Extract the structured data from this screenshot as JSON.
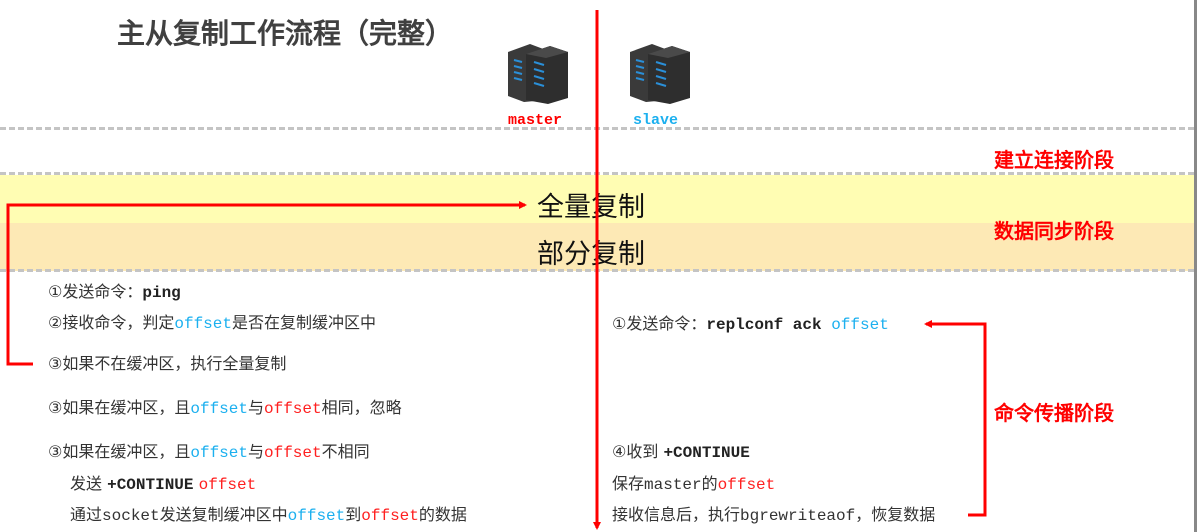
{
  "title": "主从复制工作流程（完整）",
  "servers": {
    "master": "master",
    "slave": "slave"
  },
  "colors": {
    "accent": "#ff0000",
    "blue": "#1cb0ef",
    "band_yellow": "#fffdb3",
    "band_tan": "#fde9b5"
  },
  "bands": {
    "full_copy": "全量复制",
    "partial_copy": "部分复制"
  },
  "stages": {
    "connect": "建立连接阶段",
    "sync": "数据同步阶段",
    "propagate": "命令传播阶段"
  },
  "master_lines": [
    [
      {
        "t": "①发送命令：",
        "s": "n"
      },
      {
        "t": "ping",
        "s": "bold"
      }
    ],
    [
      {
        "t": "②接收命令，判定",
        "s": "n"
      },
      {
        "t": "offset",
        "s": "blue"
      },
      {
        "t": "是否在复制缓冲区中",
        "s": "n"
      }
    ],
    [
      {
        "t": "③如果不在缓冲区，执行全量复制",
        "s": "n"
      }
    ],
    [
      {
        "t": "③如果在缓冲区，且",
        "s": "n"
      },
      {
        "t": "offset",
        "s": "blue"
      },
      {
        "t": "与",
        "s": "n"
      },
      {
        "t": "offset",
        "s": "red"
      },
      {
        "t": "相同，忽略",
        "s": "n"
      }
    ],
    [
      {
        "t": "③如果在缓冲区，且",
        "s": "n"
      },
      {
        "t": "offset",
        "s": "blue"
      },
      {
        "t": "与",
        "s": "n"
      },
      {
        "t": "offset",
        "s": "red"
      },
      {
        "t": "不相同",
        "s": "n"
      }
    ],
    [
      {
        "t": "发送 ",
        "s": "n"
      },
      {
        "t": "+CONTINUE",
        "s": "bold"
      },
      {
        "t": " ",
        "s": "n"
      },
      {
        "t": "offset",
        "s": "red"
      }
    ],
    [
      {
        "t": "通过",
        "s": "n"
      },
      {
        "t": "socket",
        "s": "mono"
      },
      {
        "t": "发送复制缓冲区中",
        "s": "n"
      },
      {
        "t": "offset",
        "s": "blue"
      },
      {
        "t": "到",
        "s": "n"
      },
      {
        "t": "offset",
        "s": "red"
      },
      {
        "t": "的数据",
        "s": "n"
      }
    ]
  ],
  "slave_lines": [
    [
      {
        "t": "①发送命令：",
        "s": "n"
      },
      {
        "t": "replconf ack ",
        "s": "bold"
      },
      {
        "t": "offset",
        "s": "blue"
      }
    ],
    [
      {
        "t": "④收到 ",
        "s": "n"
      },
      {
        "t": "+CONTINUE",
        "s": "bold"
      }
    ],
    [
      {
        "t": "保存",
        "s": "n"
      },
      {
        "t": "master",
        "s": "mono"
      },
      {
        "t": "的",
        "s": "n"
      },
      {
        "t": "offset",
        "s": "red"
      }
    ],
    [
      {
        "t": "接收信息后，执行",
        "s": "n"
      },
      {
        "t": "bgrewriteaof",
        "s": "mono"
      },
      {
        "t": "，恢复数据",
        "s": "n"
      }
    ]
  ]
}
